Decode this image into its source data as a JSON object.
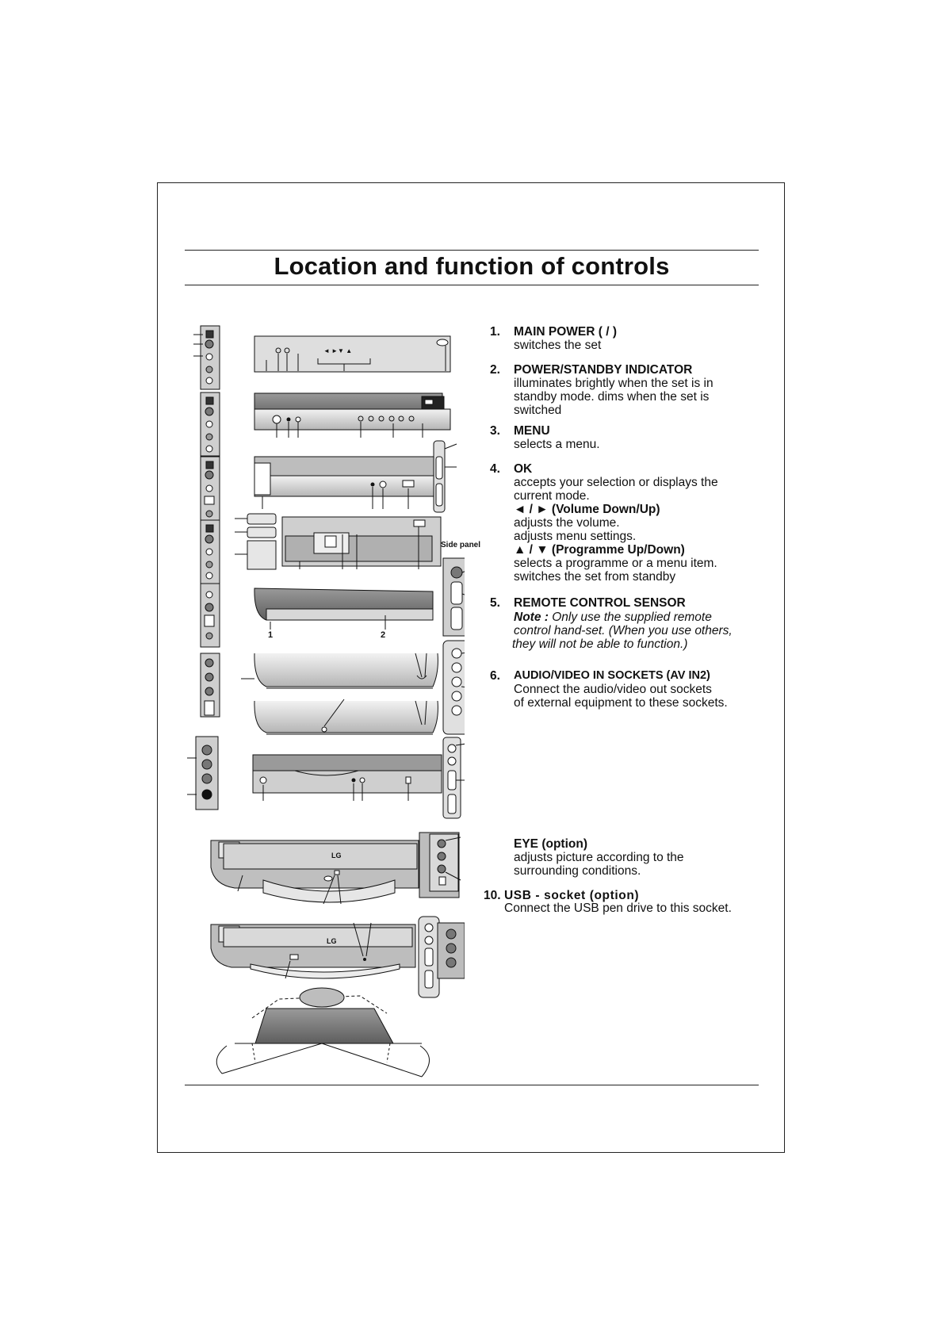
{
  "page": {
    "title": "Location and function of controls"
  },
  "figures": {
    "side_panel_label": "Side panel",
    "callout_1": "1",
    "callout_2": "2",
    "stand_logo": "LG"
  },
  "items": [
    {
      "number": "1.",
      "heading": "MAIN POWER (     /     )",
      "lines": [
        "switches the set"
      ]
    },
    {
      "number": "2.",
      "heading": "POWER/STANDBY INDICATOR",
      "lines": [
        "illuminates brightly when the set is in",
        "standby mode. dims when the set is",
        "switched"
      ]
    },
    {
      "number": "3.",
      "heading": "MENU",
      "lines": [
        "selects a menu."
      ]
    },
    {
      "number": "4.",
      "heading": "OK",
      "lines": [
        "accepts your selection or displays the",
        "current mode.",
        "◄ / ► (Volume Down/Up)",
        "adjusts the volume.",
        "adjusts menu settings.",
        "▲ / ▼ (Programme Up/Down)",
        "selects a programme or a menu item.",
        "switches the set       from standby"
      ]
    },
    {
      "number": "5.",
      "heading": "REMOTE CONTROL SENSOR",
      "note_label": "Note :",
      "note_lines": [
        "Only use the supplied remote",
        "control hand-set. (When you use others,",
        "they will not be able to function.)"
      ]
    },
    {
      "number": "6.",
      "heading": "AUDIO/VIDEO IN SOCKETS (AV IN2)",
      "lines": [
        "Connect  the  audio/video  out  sockets",
        "of  external equipment to these sockets."
      ]
    },
    {
      "number": "",
      "heading": "EYE (option)",
      "lines": [
        "adjusts picture according to the",
        "surrounding conditions."
      ]
    },
    {
      "number": "10.",
      "heading": "USB - socket  (option)",
      "lines": [
        "Connect the USB pen drive to this socket."
      ]
    }
  ],
  "colors": {
    "ink": "#111111",
    "panel_fill": "#d9d9d9",
    "panel_dark": "#8a8a8a"
  }
}
